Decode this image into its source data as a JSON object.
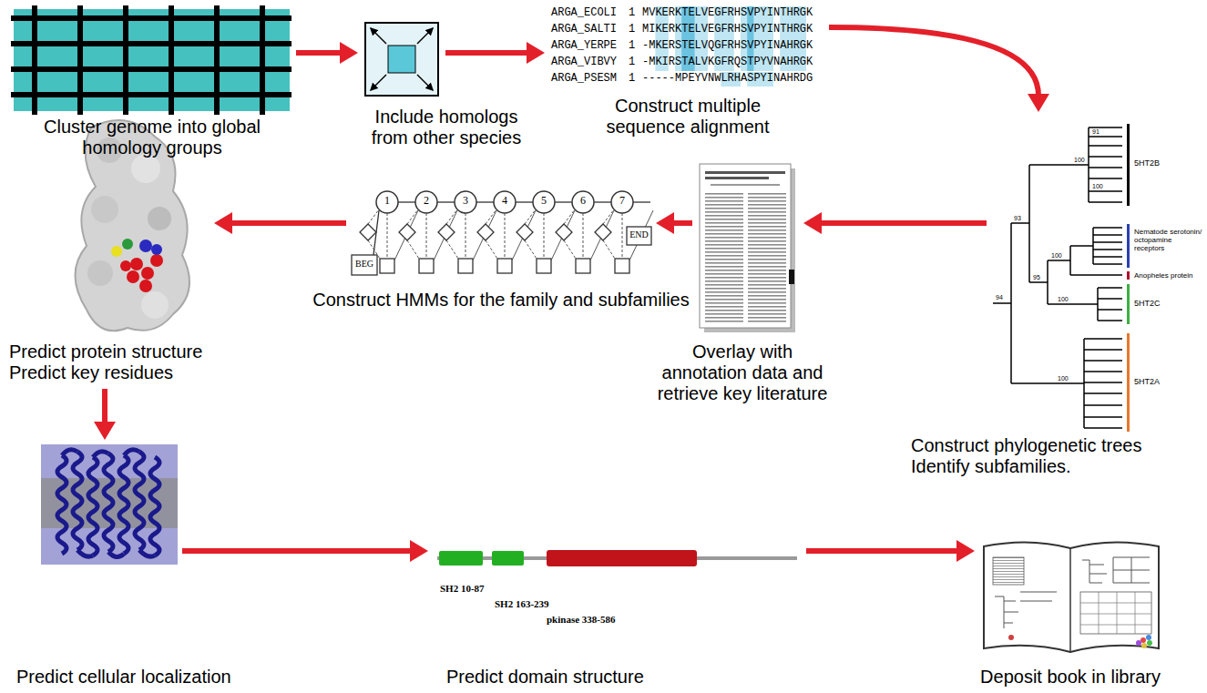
{
  "diagram": {
    "nodes": [
      {
        "text": [
          "Cluster genome into global homology groups"
        ]
      },
      {
        "text": [
          "Include homologs from other species"
        ]
      },
      {
        "text": [
          "Construct multiple sequence alignment"
        ]
      },
      {
        "text": [
          "Construct phylogenetic trees Identify subfamilies."
        ]
      },
      {
        "text": [
          "Overlay with annotation data and retrieve key literature"
        ]
      },
      {
        "text": [
          "Construct HMMs for the family and subfamilies"
        ]
      },
      {
        "text": [
          "Predict protein structure Predict key residues"
        ]
      },
      {
        "text": [
          "Predict cellular localization"
        ]
      },
      {
        "text": [
          "Predict domain structure"
        ]
      },
      {
        "text": [
          "Deposit book in library"
        ]
      }
    ],
    "edges": [
      {
        "from": 0,
        "to": 1,
        "arrow": "to"
      },
      {
        "from": 1,
        "to": 2,
        "arrow": "to"
      },
      {
        "from": 2,
        "to": 3,
        "arrow": "to"
      },
      {
        "from": 3,
        "to": 4,
        "arrow": "to"
      },
      {
        "from": 4,
        "to": 5,
        "arrow": "to"
      },
      {
        "from": 5,
        "to": 6,
        "arrow": "to"
      },
      {
        "from": 6,
        "to": 7,
        "arrow": "to"
      },
      {
        "from": 7,
        "to": 8,
        "arrow": "to"
      },
      {
        "from": 8,
        "to": 9,
        "arrow": "to"
      }
    ],
    "labels": [
      "ARGA_ECOLI",
      "ARGA_SALTI",
      "ARGA_YERPE",
      "ARGA_VIBVY",
      "ARGA_PSESM",
      "1",
      "1",
      "1",
      "1",
      "1",
      "MVKERKTELVEGFRHSVPYINTHRGK",
      "MIKERKTELVEGFRHSVPYINTHRGK",
      "-MKERSTELVQGFRHSVPYINAHRGK",
      "-MKIRSTALVKGFRQSTPYVNAHRGK",
      "-----MPEYVNWLRHASPYINAHRDG",
      "5HT2B",
      "Nematode serotonin/ octopamine receptors",
      "Anopheles protein",
      "5HT2C",
      "5HT2A",
      "100",
      "100",
      "91",
      "93",
      "100",
      "100",
      "94",
      "95",
      "100",
      "1",
      "2",
      "3",
      "4",
      "5",
      "6",
      "7",
      "BEG",
      "END",
      "SH2 10-87",
      "SH2 163-239",
      "pkinase 338-586"
    ]
  }
}
